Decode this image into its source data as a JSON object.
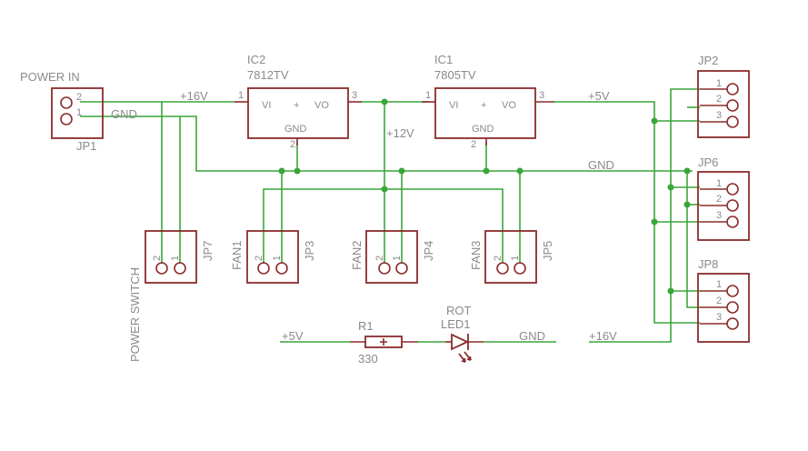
{
  "colors": {
    "wire": "#3aa63a",
    "part": "#8b2b2b",
    "text": "#8a8a8a"
  },
  "labels": {
    "power_in": "POWER IN",
    "jp1": "JP1",
    "jp2": "JP2",
    "jp3": "JP3",
    "jp4": "JP4",
    "jp5": "JP5",
    "jp6": "JP6",
    "jp7": "JP7",
    "jp8": "JP8",
    "ic1": "IC1",
    "ic1_value": "7805TV",
    "ic2": "IC2",
    "ic2_value": "7812TV",
    "fan1": "FAN1",
    "fan2": "FAN2",
    "fan3": "FAN3",
    "power_switch": "POWER SWITCH",
    "r1": "R1",
    "r1_value": "330",
    "led_color": "ROT",
    "led1": "LED1"
  },
  "regulator_pins": {
    "vi": "VI",
    "vo": "VO",
    "gnd": "GND",
    "plus": "+"
  },
  "nets": {
    "p16v": "+16V",
    "p12v": "+12V",
    "p5v": "+5V",
    "gnd": "GND"
  },
  "pin_numbers": {
    "one": "1",
    "two": "2",
    "three": "3"
  }
}
